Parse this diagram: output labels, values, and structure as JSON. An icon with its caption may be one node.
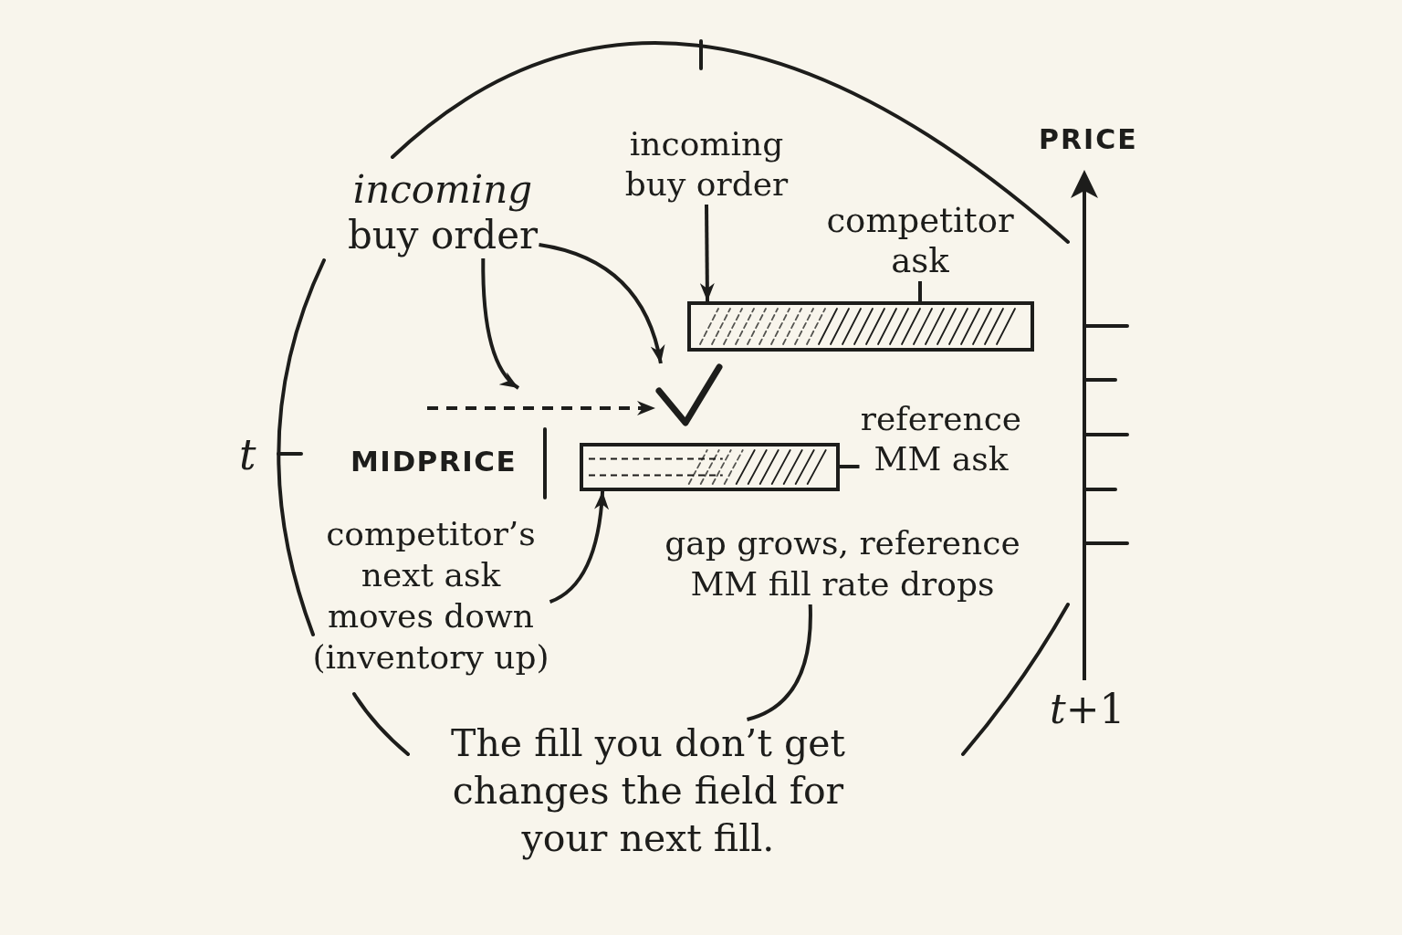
{
  "diagram": {
    "nodes": [
      {
        "text": [
          "incoming buy order"
        ]
      },
      {
        "text": [
          "*incoming* buy order"
        ]
      },
      {
        "text": [
          "competitor ask"
        ]
      },
      {
        "text": [],
        "shape": "bar"
      },
      {
        "text": [],
        "shape": "tick"
      },
      {
        "text": [
          "reference MM ask"
        ]
      },
      {
        "text": [],
        "shape": "bar"
      },
      {
        "text": [
          "competitor’s next ask moves down (inventory up)"
        ]
      },
      {
        "text": [
          "gap grows, reference MM fill rate drops"
        ]
      },
      {
        "text": [
          "The fill you don’t get changes the field for your next fill."
        ]
      }
    ],
    "edges": [
      {
        "from": 0,
        "to": 3,
        "arrow": "to"
      },
      {
        "from": 1,
        "to": 4,
        "arrow": "to"
      },
      {
        "from": 1,
        "to": null,
        "arrow": "to"
      },
      {
        "from": null,
        "to": 4,
        "arrow": "to",
        "style": "dashed"
      },
      {
        "from": 2,
        "to": 3,
        "arrow": "none"
      },
      {
        "from": 5,
        "to": 6,
        "arrow": "none"
      },
      {
        "from": 7,
        "to": 6,
        "arrow": "to"
      },
      {
        "from": 8,
        "to": 9,
        "arrow": "none"
      }
    ],
    "labels": [
      "PRICE",
      "t",
      "MIDPRICE",
      "*t*+1"
    ]
  }
}
